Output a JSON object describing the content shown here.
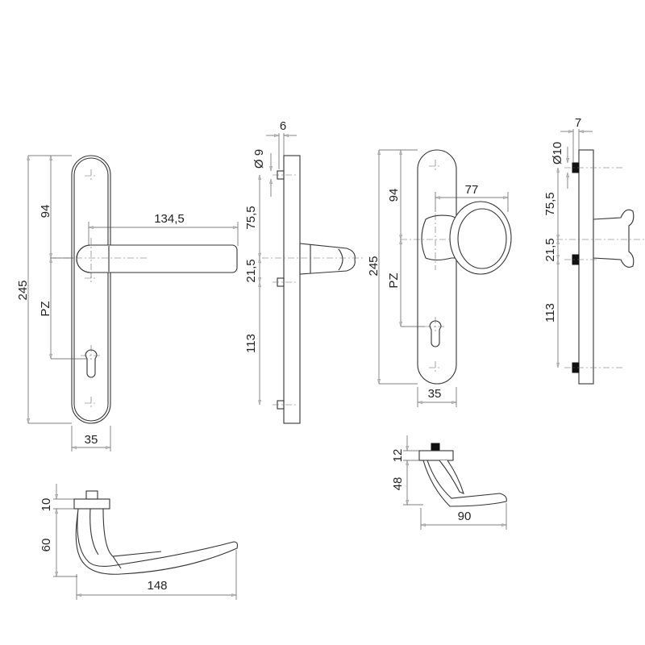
{
  "views": {
    "lever_front": {
      "overall_height": "245",
      "top_to_axis": "94",
      "backset": "PZ",
      "lever_length": "134,5",
      "plate_width": "35"
    },
    "lever_side": {
      "plate_thickness": "6",
      "pin_diameter": "Ø 9",
      "upper_pin_to_axis": "75,5",
      "axis_to_pin": "21,5",
      "lower_pin_spacing": "113"
    },
    "lever_top": {
      "rose_height": "10",
      "lever_drop": "60",
      "lever_span": "148"
    },
    "knob_front": {
      "overall_height": "245",
      "top_to_axis": "94",
      "backset": "PZ",
      "knob_projection": "77",
      "plate_width": "35"
    },
    "knob_side": {
      "plate_thickness": "7",
      "pin_diameter": "Ø10",
      "upper_pin_to_axis": "75,5",
      "axis_to_pin": "21,5",
      "lower_pin_spacing": "113"
    },
    "knob_top": {
      "rose_height": "12",
      "knob_height": "48",
      "knob_depth": "90"
    }
  }
}
